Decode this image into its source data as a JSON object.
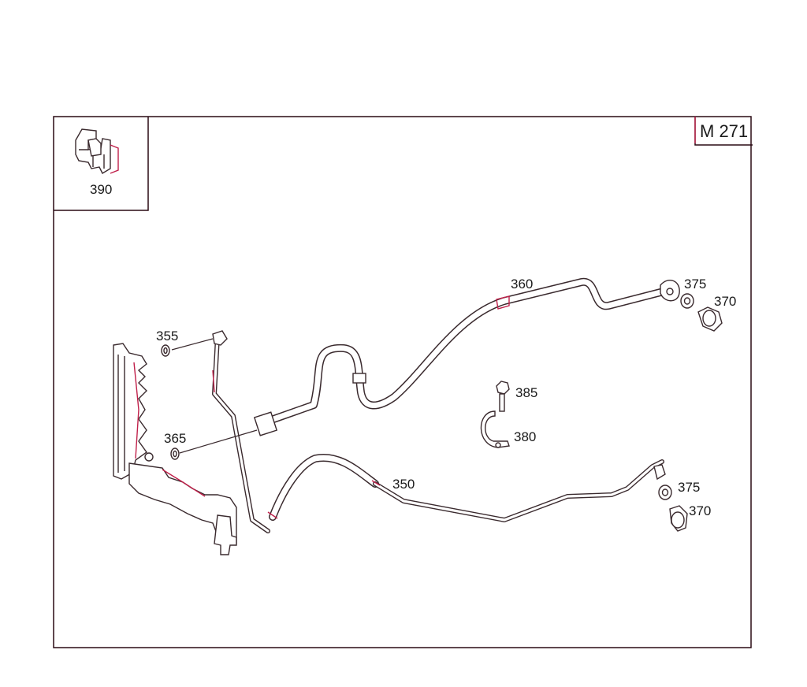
{
  "diagram": {
    "model_code": "M 271",
    "inset_label": "390",
    "callouts": {
      "p350": "350",
      "p355": "355",
      "p360": "360",
      "p365": "365",
      "p370_upper": "370",
      "p370_lower": "370",
      "p375_upper": "375",
      "p375_lower": "375",
      "p380": "380",
      "p385": "385"
    }
  }
}
